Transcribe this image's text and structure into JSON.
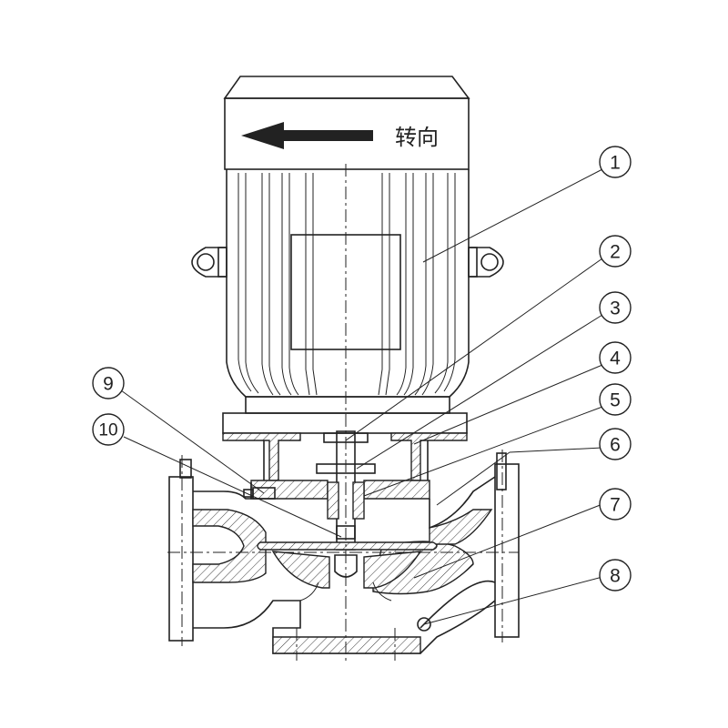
{
  "rotation_label": "转向",
  "callouts": [
    {
      "id": "1",
      "label": "1"
    },
    {
      "id": "2",
      "label": "2"
    },
    {
      "id": "3",
      "label": "3"
    },
    {
      "id": "4",
      "label": "4"
    },
    {
      "id": "5",
      "label": "5"
    },
    {
      "id": "6",
      "label": "6"
    },
    {
      "id": "7",
      "label": "7"
    },
    {
      "id": "8",
      "label": "8"
    },
    {
      "id": "9",
      "label": "9"
    },
    {
      "id": "10",
      "label": "10"
    }
  ],
  "colors": {
    "stroke": "#222222",
    "background": "#ffffff"
  },
  "icons": {
    "rotation_arrow": "left-arrow-icon"
  }
}
